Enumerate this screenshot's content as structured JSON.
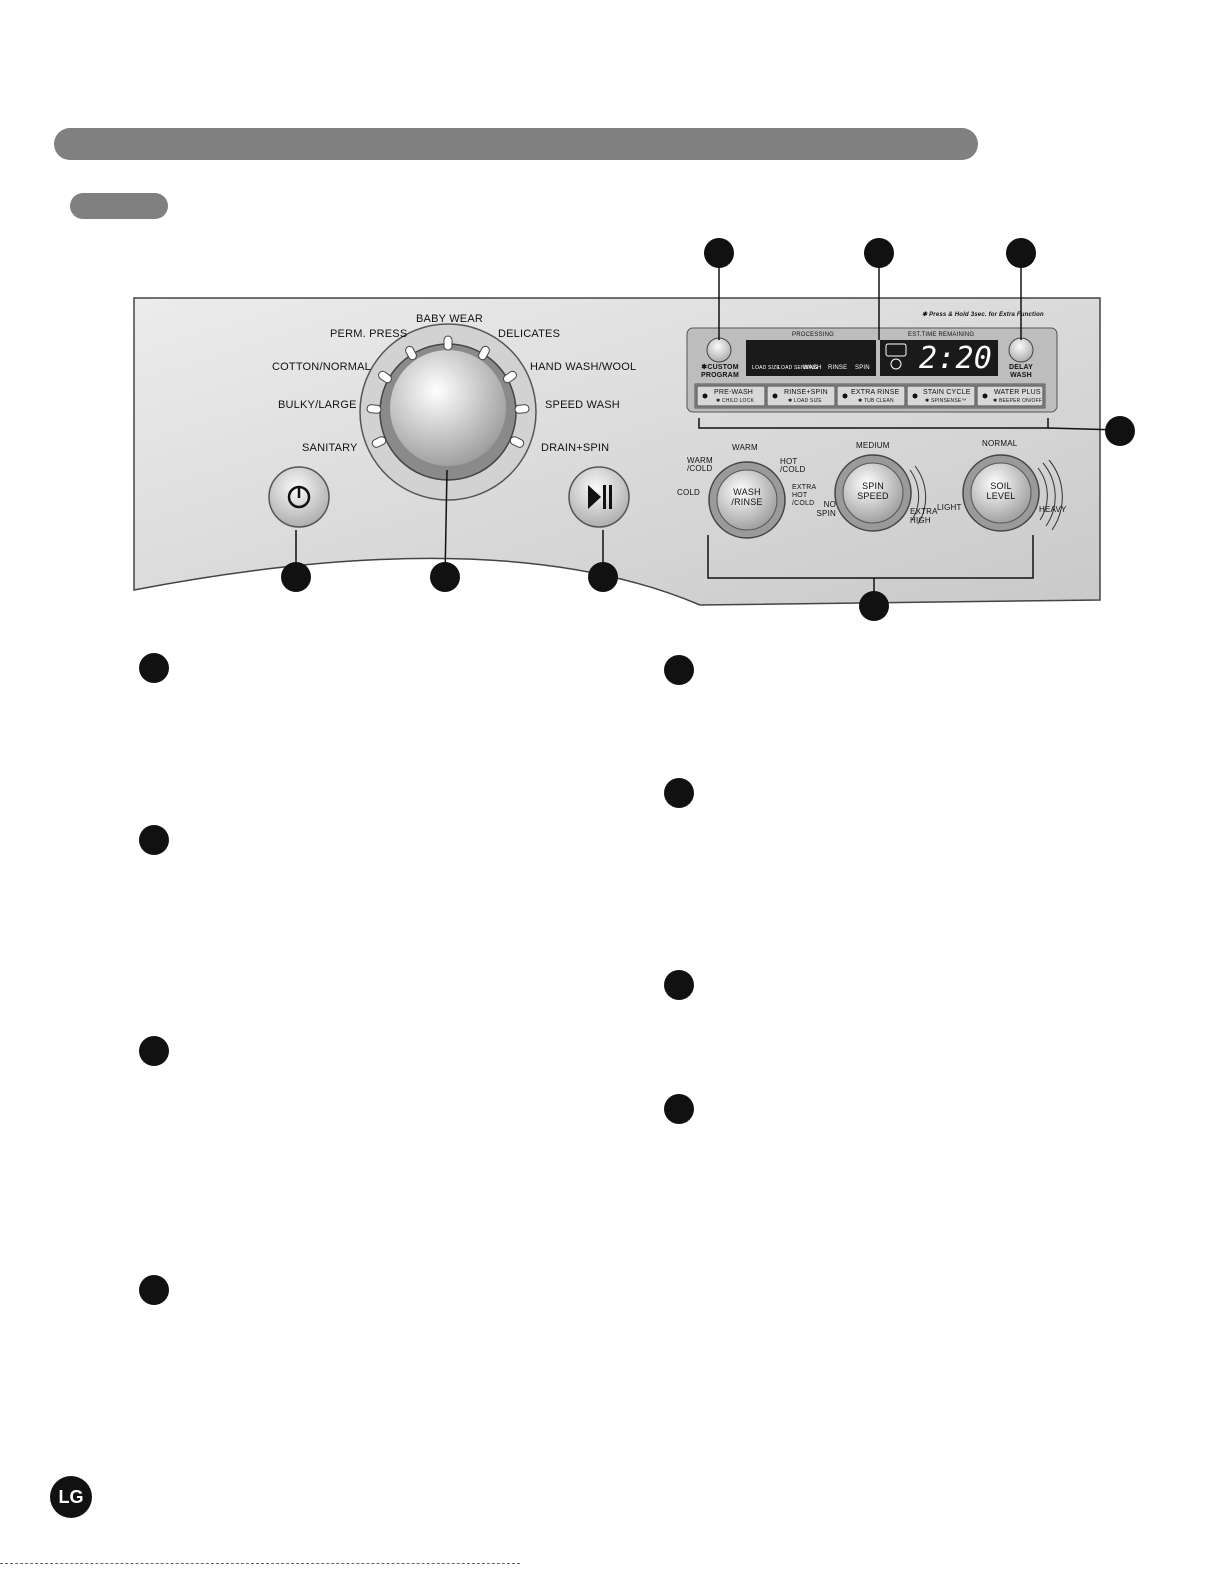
{
  "dial": {
    "cycles": {
      "baby_wear": "BABY WEAR",
      "perm_press": "PERM. PRESS",
      "delicates": "DELICATES",
      "cotton_normal": "COTTON/NORMAL",
      "hand_wash_wool": "HAND WASH/WOOL",
      "bulky_large": "BULKY/LARGE",
      "speed_wash": "SPEED WASH",
      "sanitary": "SANITARY",
      "drain_spin": "DRAIN+SPIN"
    }
  },
  "display": {
    "custom_program": "✱CUSTOM PROGRAM",
    "processing": "PROCESSING",
    "est_time_remaining": "EST.TIME REMAINING",
    "stages": [
      "LOAD SIZE",
      "LOAD SENSING",
      "WASH",
      "RINSE",
      "SPIN"
    ],
    "time": "2:20",
    "delay_wash": "DELAY WASH",
    "note": "✱ Press & Hold 3sec. for Extra Function"
  },
  "option_buttons": [
    {
      "label": "PRE-WASH",
      "sub": "✱ CHILD LOCK"
    },
    {
      "label": "RINSE+SPIN",
      "sub": "✱ LOAD SIZE"
    },
    {
      "label": "EXTRA RINSE",
      "sub": "✱ TUB CLEAN"
    },
    {
      "label": "STAIN CYCLE",
      "sub": "✱ SPINSENSE™"
    },
    {
      "label": "WATER PLUS",
      "sub": "✱ BEEPER ON/OFF"
    }
  ],
  "knobs": {
    "wash_rinse": {
      "label": "WASH /RINSE",
      "warm": "WARM",
      "warm_cold": "WARM /COLD",
      "hot_cold": "HOT /COLD",
      "cold": "COLD",
      "extrahot_cold": "EXTRA HOT /COLD"
    },
    "spin_speed": {
      "label": "SPIN SPEED",
      "medium": "MEDIUM",
      "no_spin": "NO SPIN",
      "extra_high": "EXTRA HIGH"
    },
    "soil_level": {
      "label": "SOIL LEVEL",
      "normal": "NORMAL",
      "light": "LIGHT",
      "heavy": "HEAVY"
    }
  },
  "logo": {
    "text": "LG"
  },
  "colors": {
    "panel": "#e0e0e0",
    "bar": "#808080",
    "marker": "#111111"
  }
}
